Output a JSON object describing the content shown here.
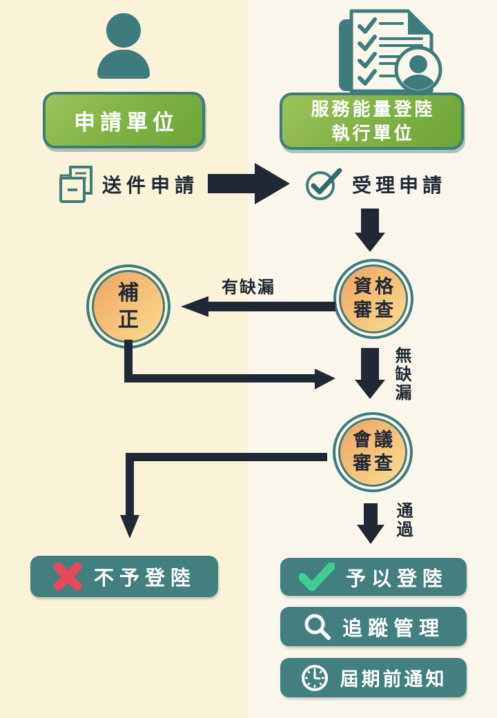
{
  "colors": {
    "bg_left": "#FBF3D9",
    "bg_right": "#FAF6EC",
    "teal_icon": "#3E7B7C",
    "teal_pill": "#427F7F",
    "arrow_navy": "#1F2834",
    "green_pill_start": "#9DC45A",
    "green_pill_end": "#6CA538",
    "orange_node_start": "#EFA263",
    "orange_node_end": "#FADD92",
    "reject_x_red": "#E8485C",
    "approve_check_green": "#3FCE92"
  },
  "actors": {
    "applicant": {
      "label": "申請單位"
    },
    "executor": {
      "label_line1": "服務能量登陸",
      "label_line2": "執行單位"
    }
  },
  "steps": {
    "submit": {
      "label": "送件申請"
    },
    "accept": {
      "label": "受理申請"
    },
    "qualification_review": {
      "line1": "資格",
      "line2": "審查"
    },
    "correction": {
      "line1": "補",
      "line2": "正"
    },
    "meeting_review": {
      "line1": "會議",
      "line2": "審查"
    },
    "reject": {
      "label": "不予登陸"
    },
    "approve": {
      "label": "予以登陸"
    },
    "tracking": {
      "label": "追蹤管理"
    },
    "notice": {
      "label": "屆期前通知"
    }
  },
  "edge_labels": {
    "has_deficiency": "有缺漏",
    "no_deficiency": "無缺漏",
    "pass": "通過"
  }
}
